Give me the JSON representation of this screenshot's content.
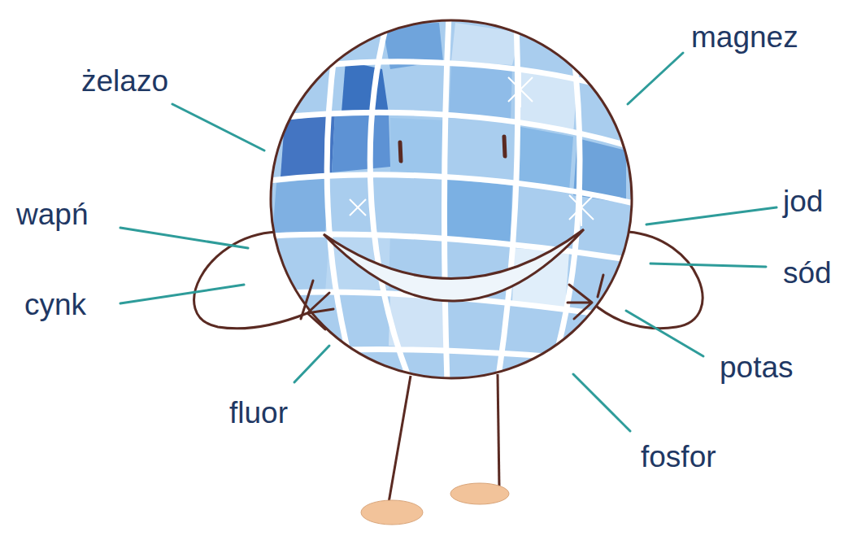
{
  "diagram": {
    "labels": [
      "magnez",
      "żelazo",
      "jod",
      "wapń",
      "sód",
      "cynk",
      "potas",
      "fluor",
      "fosfor"
    ]
  }
}
